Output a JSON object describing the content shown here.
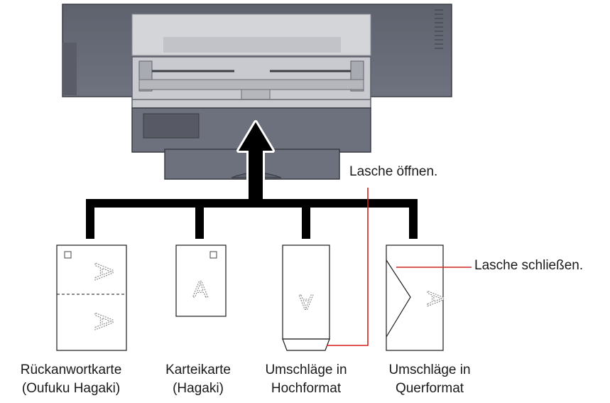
{
  "callouts": {
    "open_flap": "Lasche öffnen.",
    "close_flap": "Lasche schließen."
  },
  "media": [
    {
      "name": "return-postcard",
      "line1": "Rückanwortkarte",
      "line2": "(Oufuku Hagaki)",
      "glyph": "A"
    },
    {
      "name": "index-card",
      "line1": "Karteikarte",
      "line2": "(Hagaki)",
      "glyph": "A"
    },
    {
      "name": "envelope-portrait",
      "line1": "Umschläge in",
      "line2": "Hochformat",
      "glyph": "A"
    },
    {
      "name": "envelope-landscape",
      "line1": "Umschläge in",
      "line2": "Querformat",
      "glyph": "A"
    }
  ],
  "colors": {
    "printer_body": "#6f7380",
    "printer_dark": "#4a4d57",
    "tray": "#c9cacf",
    "connector": "#000000",
    "callout_line": "#d42020"
  },
  "icons": {
    "feed_arrow": "up-arrow-icon",
    "corner_mark": "small-square-icon"
  }
}
